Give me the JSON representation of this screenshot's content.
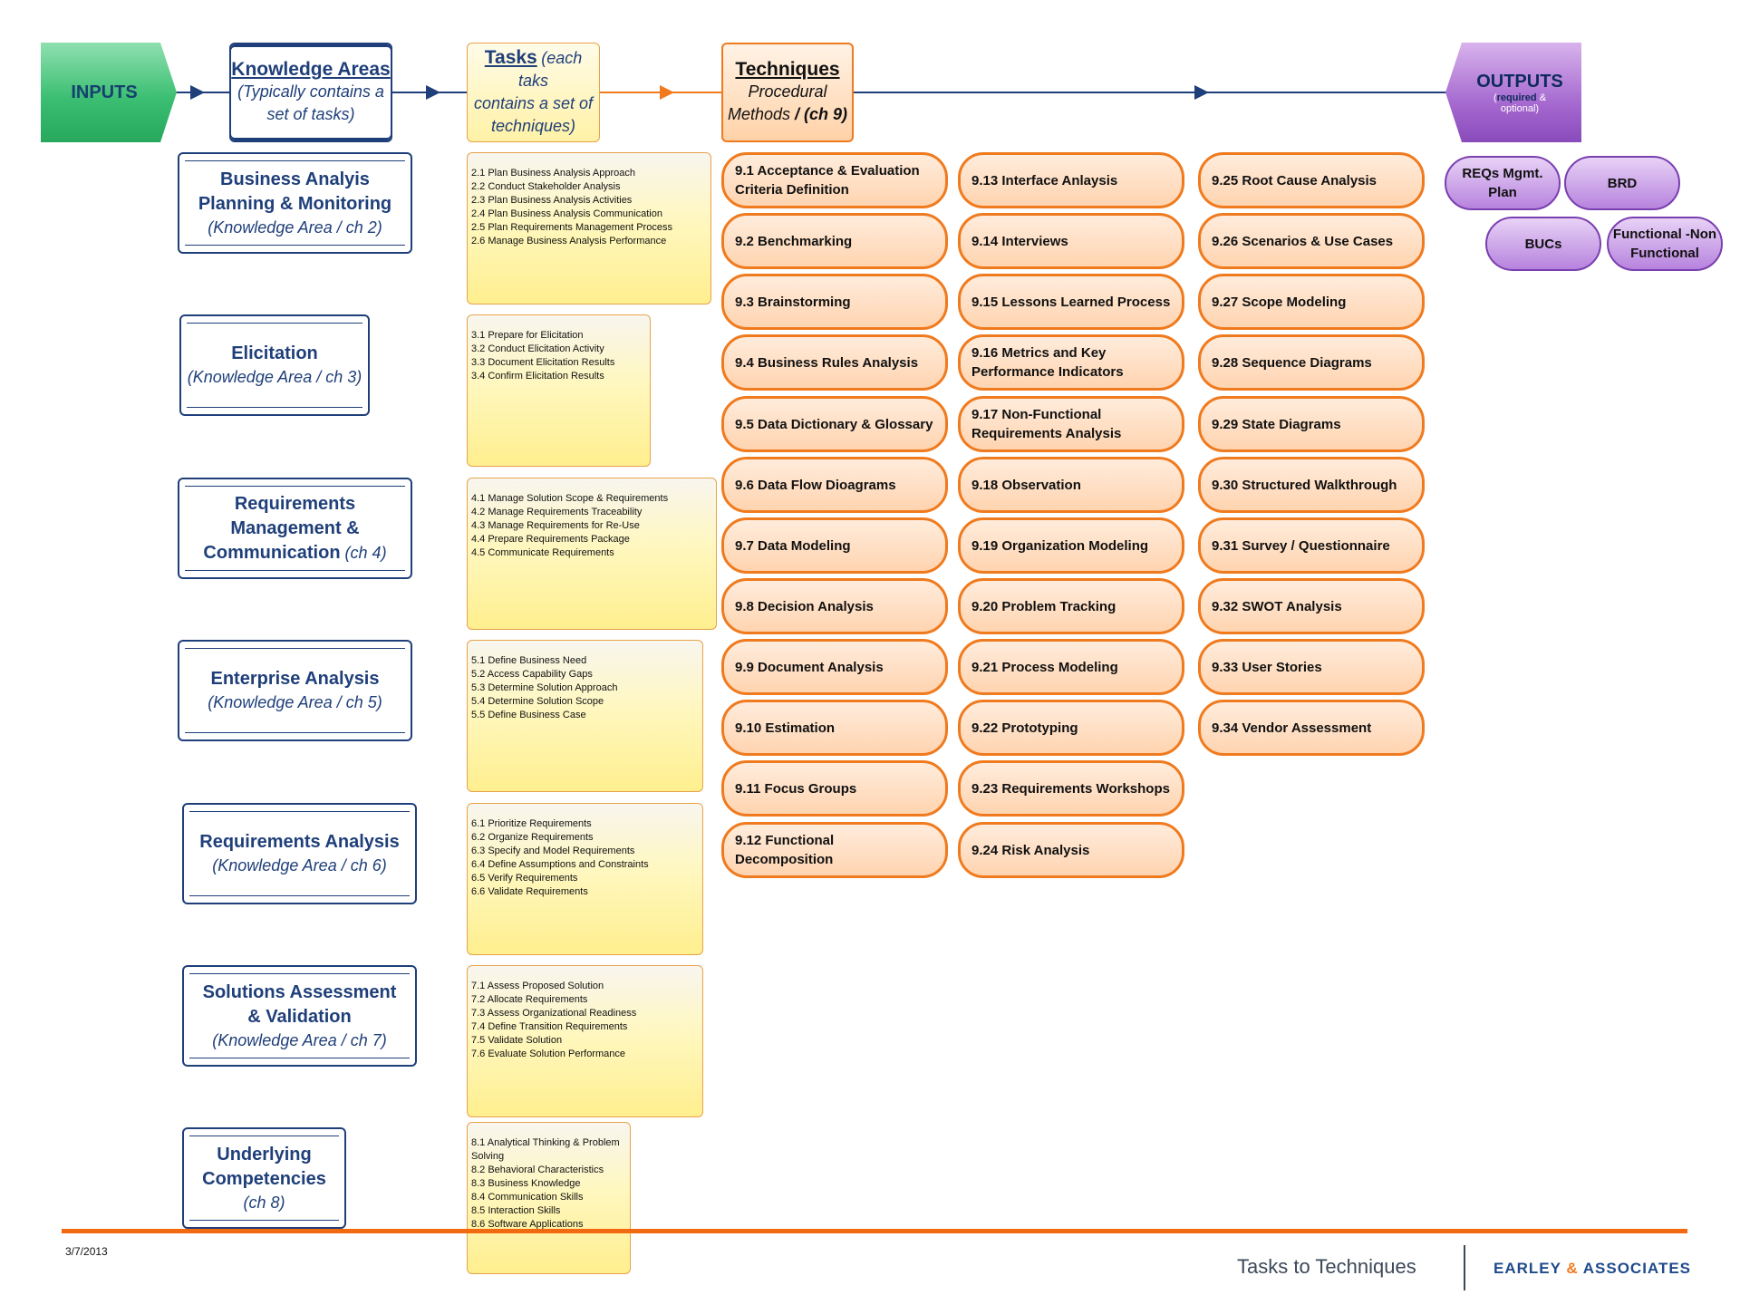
{
  "header": {
    "inputs": "INPUTS",
    "knowledge_areas_title": "Knowledge Areas",
    "knowledge_areas_note": "(Typically contains a set of tasks)",
    "tasks_title": "Tasks",
    "tasks_note_1": "(each taks",
    "tasks_note_2": "contains a set of",
    "tasks_note_3": "techniques)",
    "techniques_title": "Techniques",
    "techniques_note_1": "Procedural",
    "techniques_note_2": "Methods",
    "techniques_note_3": " / (ch 9)",
    "outputs": "OUTPUTS",
    "outputs_open": "(",
    "outputs_required": "required",
    "outputs_amp": " &",
    "outputs_optional": "optional)"
  },
  "knowledge_areas": [
    {
      "line1": "Business Analyis",
      "line2": "Planning & Monitoring",
      "note": "(Knowledge Area / ch 2)"
    },
    {
      "line1": "Elicitation",
      "note": "(Knowledge Area / ch 3)"
    },
    {
      "line1": "Requirements",
      "line2": "Management &",
      "line3": "Communication",
      "line3_note": " (ch 4)"
    },
    {
      "line1": "Enterprise Analysis",
      "note": "(Knowledge Area / ch 5)"
    },
    {
      "line1": "Requirements Analysis",
      "note": "(Knowledge Area / ch 6)"
    },
    {
      "line1": "Solutions Assessment",
      "line2": "& Validation",
      "note": "(Knowledge Area / ch 7)"
    },
    {
      "line1": "Underlying",
      "line2": "Competencies",
      "note": "(ch 8)"
    }
  ],
  "tasks": [
    [
      "2.1 Plan Business Analysis Approach",
      "2.2 Conduct Stakeholder Analysis",
      "2.3 Plan Business Analysis Activities",
      "2.4 Plan Business Analysis Communication",
      "2.5 Plan Requirements Management Process",
      "2.6 Manage Business Analysis Performance"
    ],
    [
      "3.1 Prepare for Elicitation",
      "3.2 Conduct Elicitation Activity",
      "3.3 Document Elicitation Results",
      "3.4 Confirm Elicitation Results"
    ],
    [
      "4.1 Manage Solution Scope & Requirements",
      "4.2 Manage Requirements Traceability",
      "4.3 Manage Requirements for Re-Use",
      "4.4 Prepare Requirements Package",
      "4.5 Communicate Requirements"
    ],
    [
      "5.1 Define Business Need",
      "5.2 Access Capability Gaps",
      "5.3 Determine Solution Approach",
      "5.4 Determine Solution Scope",
      "5.5 Define Business Case"
    ],
    [
      "6.1 Prioritize Requirements",
      "6.2 Organize Requirements",
      "6.3 Specify and Model Requirements",
      "6.4 Define Assumptions and Constraints",
      "6.5 Verify Requirements",
      "6.6 Validate Requirements"
    ],
    [
      "7.1 Assess Proposed Solution",
      "7.2 Allocate Requirements",
      "7.3 Assess Organizational Readiness",
      "7.4 Define Transition Requirements",
      "7.5 Validate Solution",
      "7.6 Evaluate Solution Performance"
    ],
    [
      "8.1 Analytical Thinking & Problem Solving",
      "8.2 Behavioral Characteristics",
      "8.3 Business Knowledge",
      "8.4 Communication Skills",
      "8.5 Interaction Skills",
      "8.6 Software Applications"
    ]
  ],
  "techniques": [
    [
      "9.1 Acceptance & Evaluation Criteria Definition",
      "9.2 Benchmarking",
      "9.3 Brainstorming",
      "9.4 Business Rules Analysis",
      "9.5 Data Dictionary & Glossary",
      "9.6 Data Flow Dioagrams",
      "9.7 Data Modeling",
      "9.8 Decision Analysis",
      "9.9 Document Analysis",
      "9.10 Estimation",
      "9.11 Focus Groups",
      "9.12 Functional Decomposition"
    ],
    [
      "9.13 Interface Anlaysis",
      "9.14 Interviews",
      "9.15 Lessons Learned Process",
      "9.16 Metrics and Key Performance Indicators",
      "9.17 Non-Functional Requirements Analysis",
      "9.18 Observation",
      "9.19 Organization Modeling",
      "9.20 Problem Tracking",
      "9.21 Process Modeling",
      "9.22 Prototyping",
      "9.23 Requirements Workshops",
      "9.24 Risk Analysis"
    ],
    [
      "9.25 Root Cause Analysis",
      "9.26 Scenarios & Use Cases",
      "9.27 Scope Modeling",
      "9.28 Sequence Diagrams",
      "9.29 State Diagrams",
      "9.30 Structured Walkthrough",
      "9.31 Survey / Questionnaire",
      "9.32 SWOT Analysis",
      "9.33 User Stories",
      "9.34 Vendor Assessment"
    ]
  ],
  "outputs": [
    "REQs Mgmt. Plan",
    "BRD",
    "BUCs",
    "Functional -Non Functional"
  ],
  "footer": {
    "date": "3/7/2013",
    "title": "Tasks to Techniques",
    "logo_a": "EARLEY ",
    "logo_amp": "&",
    "logo_b": " ASSOCIATES"
  },
  "colors": {
    "navy": "#1f3f7a",
    "orange": "#f07a1e",
    "purple": "#7a3fb0",
    "green": "#3cbf73"
  }
}
